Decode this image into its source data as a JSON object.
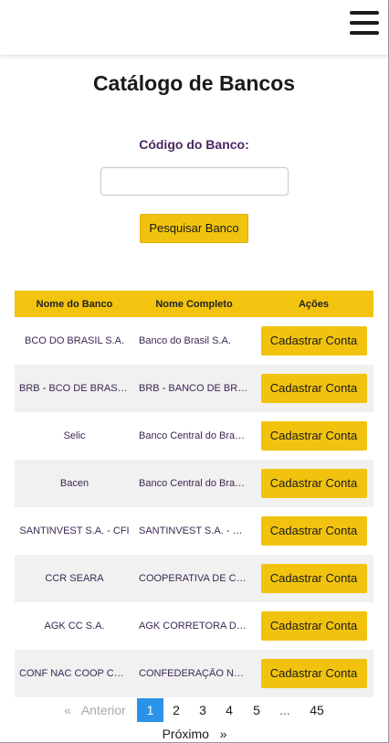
{
  "header": {
    "menu_icon": "hamburger-menu-icon"
  },
  "page": {
    "title": "Catálogo de Bancos",
    "search_label": "Código do Banco:",
    "search_input_value": "",
    "search_button": "Pesquisar Banco"
  },
  "colors": {
    "accent": "#f2c40f",
    "label": "#4a2760",
    "pager_active": "#2a93e8"
  },
  "table": {
    "headers": [
      "Nome do Banco",
      "Nome Completo",
      "Ações"
    ],
    "rows": [
      {
        "name": "BCO DO BRASIL S.A.",
        "full": "Banco do Brasil S.A.",
        "action": "Cadastrar Conta"
      },
      {
        "name": "BRB - BCO DE BRASIL…",
        "full": "BRB - BANCO DE BRA…",
        "action": "Cadastrar Conta"
      },
      {
        "name": "Selic",
        "full": "Banco Central do Bra…",
        "action": "Cadastrar Conta"
      },
      {
        "name": "Bacen",
        "full": "Banco Central do Bra…",
        "action": "Cadastrar Conta"
      },
      {
        "name": "SANTINVEST S.A. - CFI",
        "full": "SANTINVEST S.A. - C…",
        "action": "Cadastrar Conta"
      },
      {
        "name": "CCR SEARA",
        "full": "COOPERATIVA DE CR…",
        "action": "Cadastrar Conta"
      },
      {
        "name": "AGK CC S.A.",
        "full": "AGK CORRETORA DE …",
        "action": "Cadastrar Conta"
      },
      {
        "name": "CONF NAC COOP CE…",
        "full": "CONFEDERAÇÃO NA…",
        "action": "Cadastrar Conta"
      }
    ]
  },
  "pagination": {
    "prev": "«   Anterior",
    "pages": [
      "1",
      "2",
      "3",
      "4",
      "5",
      "...",
      "45"
    ],
    "current": "1",
    "next": "Próximo   »"
  }
}
